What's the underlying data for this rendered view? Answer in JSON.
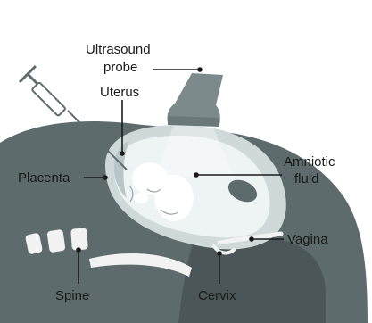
{
  "labels": {
    "ultrasound_probe_line1": "Ultrasound",
    "ultrasound_probe_line2": "probe",
    "uterus": "Uterus",
    "placenta": "Placenta",
    "amniotic_fluid_line1": "Amniotic",
    "amniotic_fluid_line2": "fluid",
    "vagina": "Vagina",
    "spine": "Spine",
    "cervix": "Cervix"
  },
  "colors": {
    "body": "#5d6b6c",
    "body_dark": "#4a5657",
    "uterus": "#cfd9da",
    "fluid": "#eef3f3",
    "fetus": "#ffffff",
    "probe": "#7d8a8b",
    "bone": "#f2f2f2",
    "leader": "#1a1a1a"
  }
}
